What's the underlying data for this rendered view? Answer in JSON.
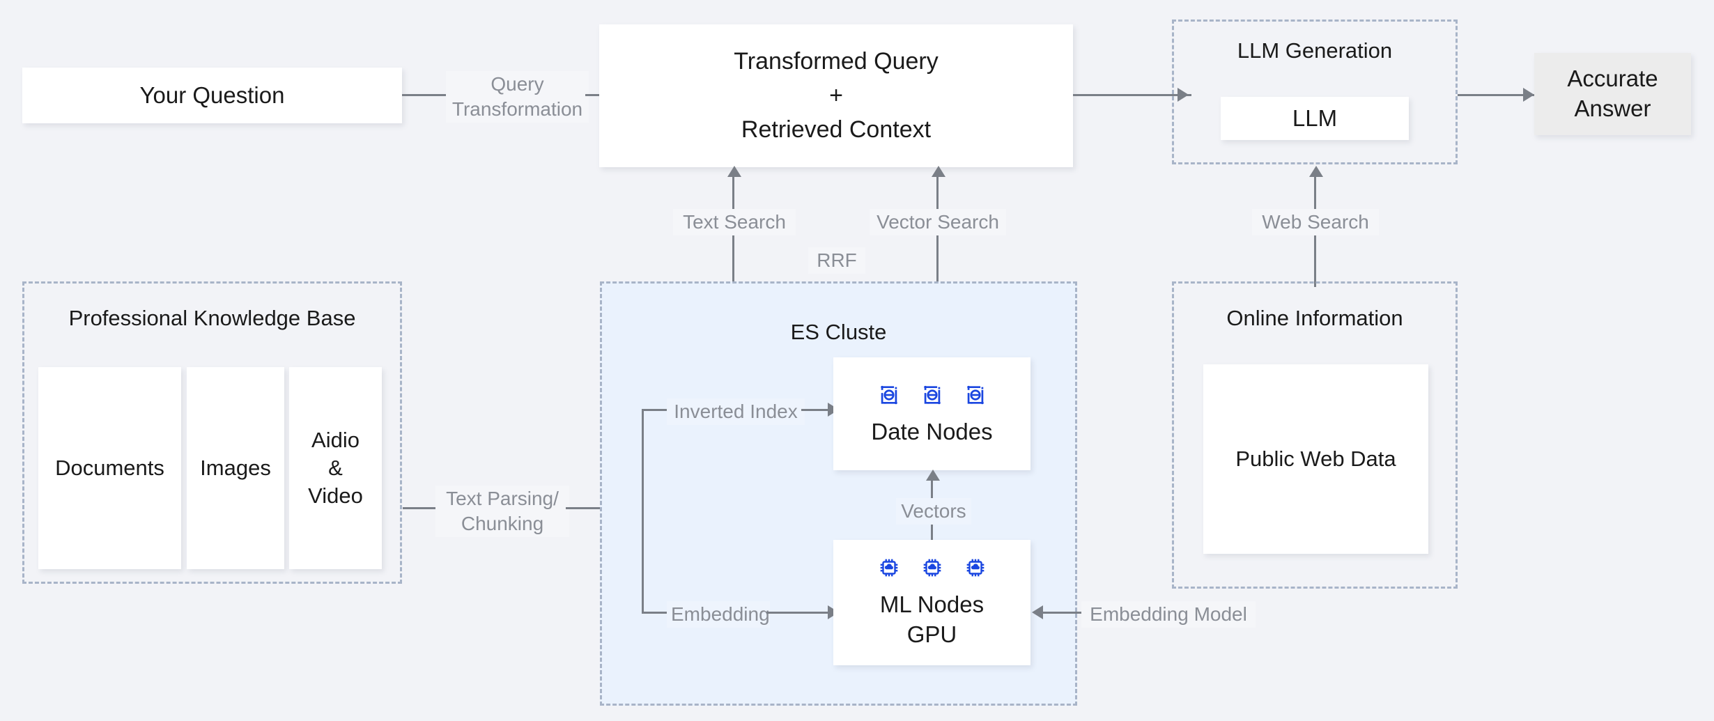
{
  "diagram": {
    "title": "RAG architecture with Elasticsearch hybrid retrieval",
    "background_color": "#f2f3f7",
    "accent_color": "#1a46e0",
    "connector_color": "#7a7f87",
    "group_border_color": "#a8b4c8",
    "group_tint_color": "#eaf2fd"
  },
  "nodes": {
    "your_question": {
      "label": "Your Question"
    },
    "transformed_query": {
      "line1": "Transformed Query",
      "line2": "+",
      "line3": "Retrieved Context"
    },
    "llm_generation_group": {
      "title": "LLM Generation"
    },
    "llm": {
      "label": "LLM"
    },
    "accurate_answer": {
      "label": "Accurate\nAnswer"
    },
    "knowledge_base_group": {
      "title": "Professional Knowledge Base"
    },
    "documents": {
      "label": "Documents"
    },
    "images": {
      "label": "Images"
    },
    "audio_video": {
      "label": "Aidio\n&\nVideo"
    },
    "es_cluster_group": {
      "title": "ES Cluste"
    },
    "data_nodes": {
      "label": "Date Nodes",
      "icon": "elasticsearch-node-icon",
      "icon_count": 3
    },
    "ml_nodes": {
      "label": "ML Nodes\nGPU",
      "icon": "gpu-chip-icon",
      "icon_count": 3
    },
    "online_information_group": {
      "title": "Online Information"
    },
    "public_web_data": {
      "label": "Public Web Data"
    }
  },
  "edges": {
    "query_transformation": {
      "label": "Query\nTransformation"
    },
    "text_search": {
      "label": "Text Search"
    },
    "vector_search": {
      "label": "Vector Search"
    },
    "rrf": {
      "label": "RRF"
    },
    "web_search": {
      "label": "Web Search"
    },
    "text_parsing": {
      "label": "Text Parsing/\nChunking"
    },
    "inverted_index": {
      "label": "Inverted Index"
    },
    "embedding": {
      "label": "Embedding"
    },
    "vectors": {
      "label": "Vectors"
    },
    "embedding_model": {
      "label": "Embedding Model"
    }
  }
}
